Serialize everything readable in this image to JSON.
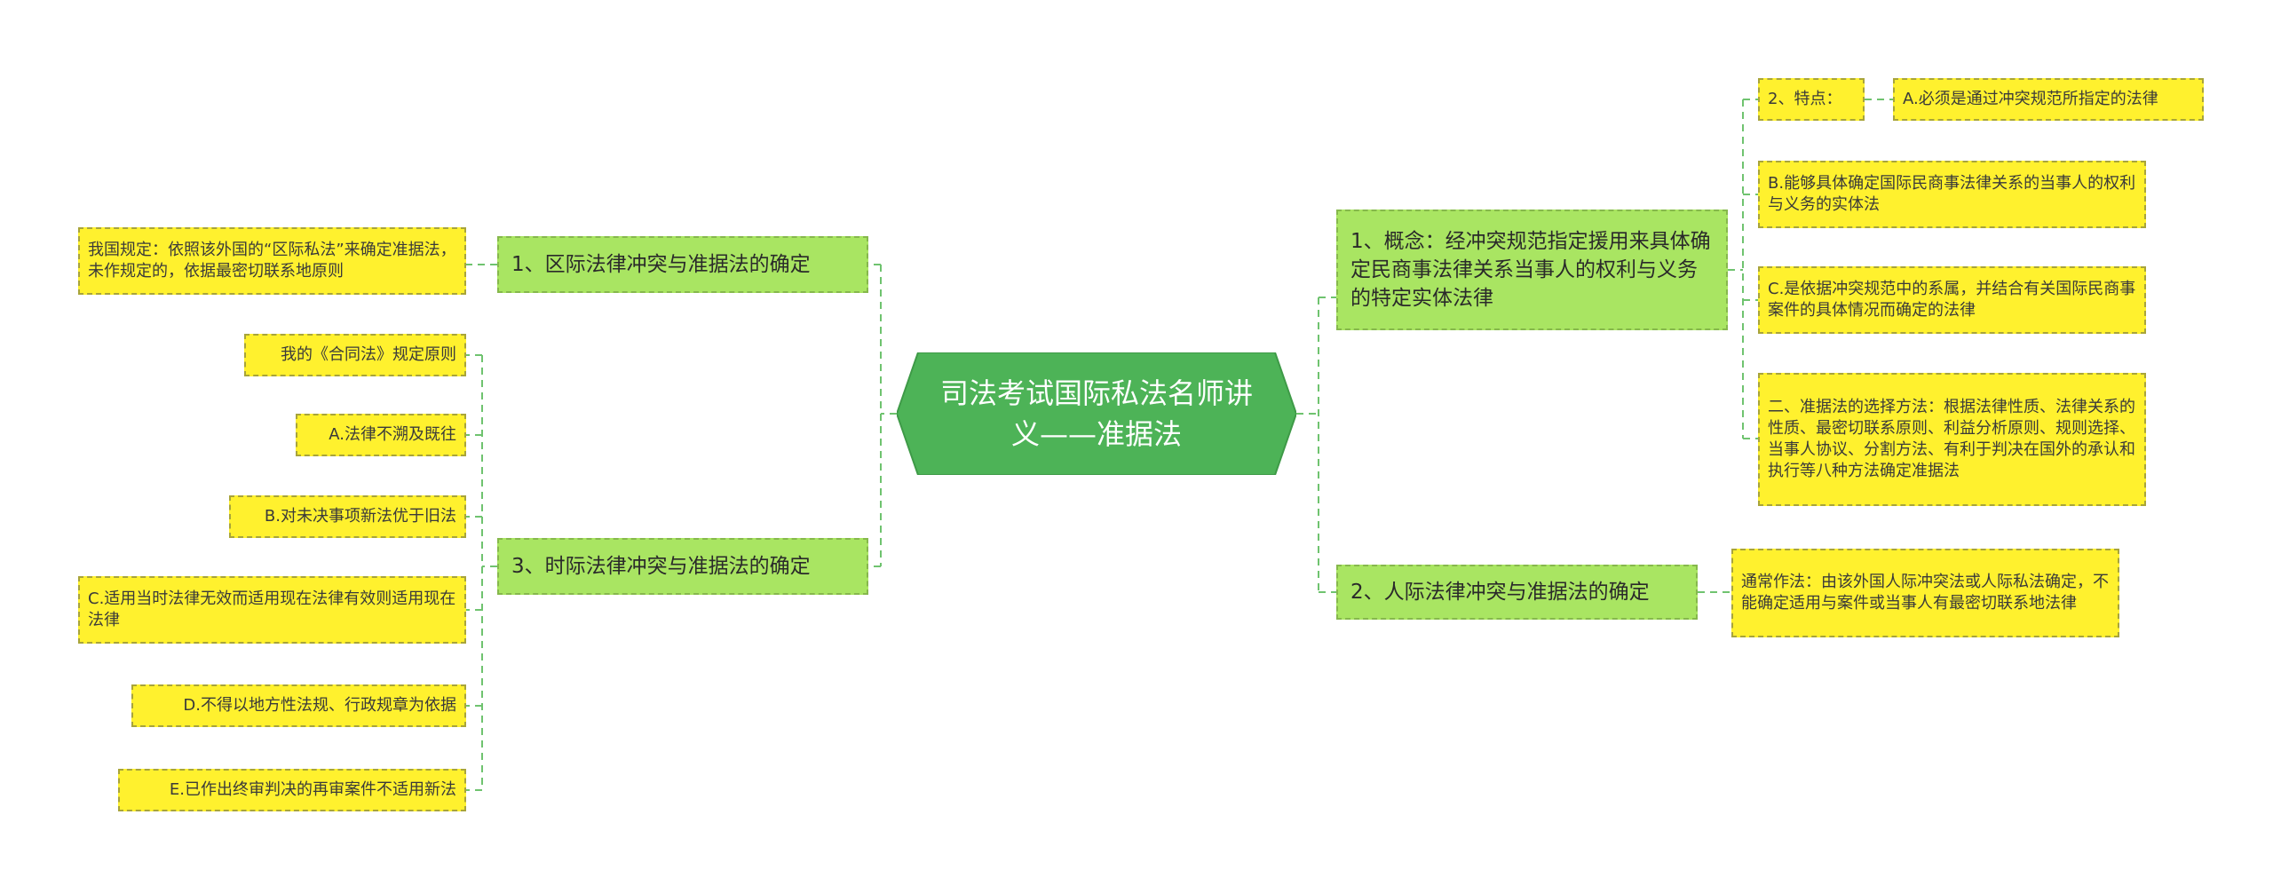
{
  "colors": {
    "root_fill": "#4db357",
    "root_stroke": "#3e9a47",
    "mid_fill": "#a9e562",
    "leaf_fill": "#fff12e",
    "link_color": "#6fc36f"
  },
  "root": {
    "label": "司法考试国际私法名师讲义——准据法"
  },
  "right": {
    "concept": {
      "label": "1、概念：经冲突规范指定援用来具体确定民商事法律关系当事人的权利与义务的特定实体法律",
      "features_label": "2、特点：",
      "feature_a": "A.必须是通过冲突规范所指定的法律",
      "feature_b": "B.能够具体确定国际民商事法律关系的当事人的权利与义务的实体法",
      "feature_c": "C.是依据冲突规范中的系属，并结合有关国际民商事案件的具体情况而确定的法律",
      "selection": "二、准据法的选择方法：根据法律性质、法律关系的性质、最密切联系原则、利益分析原则、规则选择、当事人协议、分割方法、有利于判决在国外的承认和执行等八种方法确定准据法"
    },
    "interpersonal": {
      "label": "2、人际法律冲突与准据法的确定",
      "practice": "通常作法：由该外国人际冲突法或人际私法确定，不能确定适用与案件或当事人有最密切联系地法律"
    }
  },
  "left": {
    "interregional": {
      "label": "1、区际法律冲突与准据法的确定",
      "rule": "我国规定：依照该外国的“区际私法”来确定准据法，未作规定的，依据最密切联系地原则"
    },
    "temporal": {
      "label": "3、时际法律冲突与准据法的确定",
      "items": [
        "我的《合同法》规定原则",
        "A.法律不溯及既往",
        "B.对未决事项新法优于旧法",
        "C.适用当时法律无效而适用现在法律有效则适用现在法律",
        "D.不得以地方性法规、行政规章为依据",
        "E.已作出终审判决的再审案件不适用新法"
      ]
    }
  }
}
